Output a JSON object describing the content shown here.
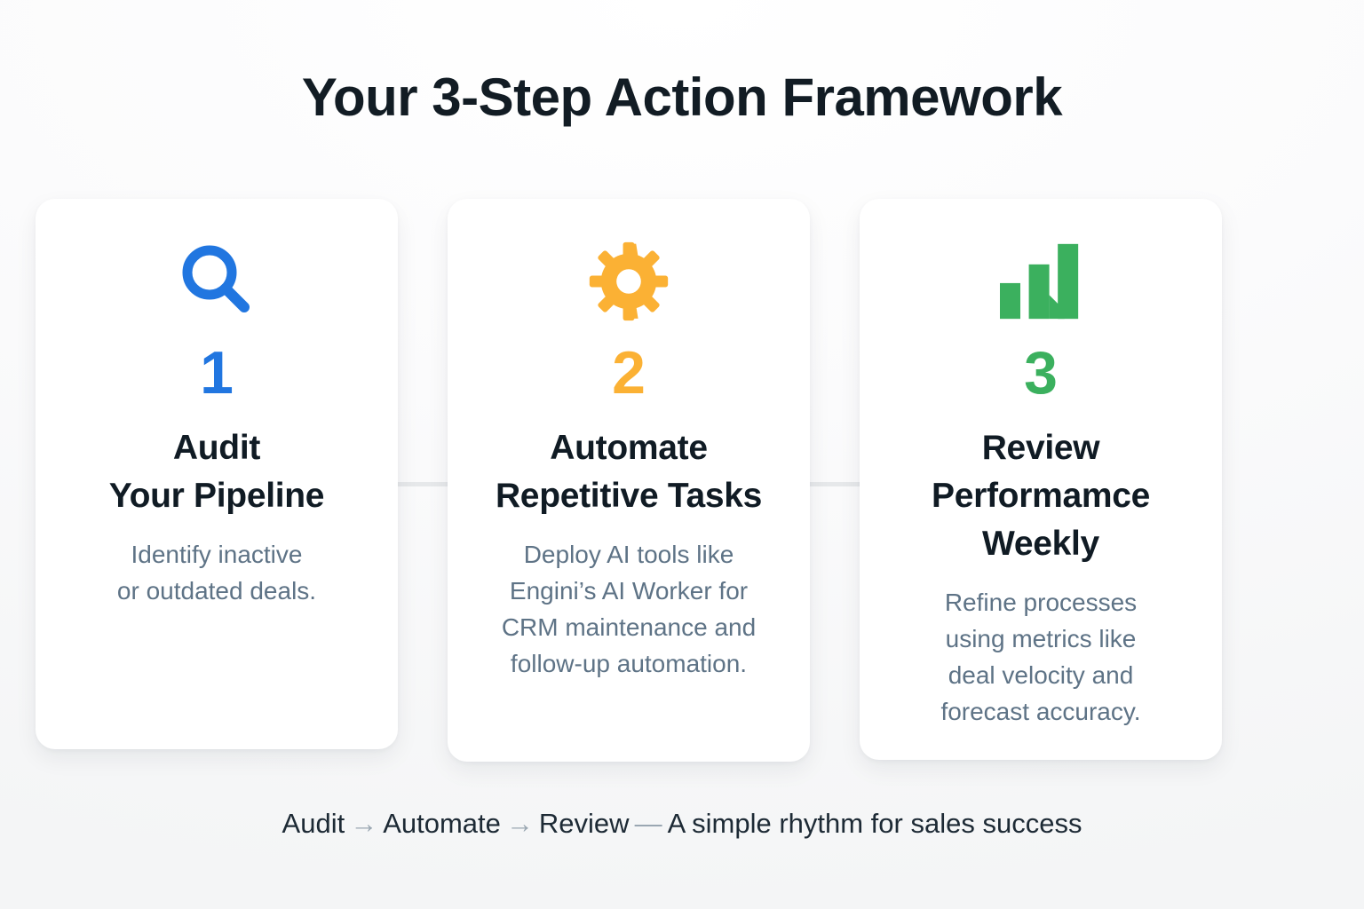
{
  "title": "Your 3-Step Action Framework",
  "colors": {
    "step1": "#2176e0",
    "step2": "#fbb134",
    "step3": "#3bb05e",
    "title_text": "#101b24",
    "body_text": "#5e7386",
    "connector": "#e6e8ea",
    "card_background": "#ffffff",
    "page_background": "#f4f5f6"
  },
  "cards": [
    {
      "icon": "magnifier-icon",
      "number": "1",
      "title": "Audit\nYour Pipeline",
      "description": "Identify inactive\nor outdated deals."
    },
    {
      "icon": "gear-icon",
      "number": "2",
      "title": "Automate\nRepetitive Tasks",
      "description": "Deploy AI tools like\nEngini’s AI Worker for\nCRM maintenance and\nfollow-up automation."
    },
    {
      "icon": "bar-chart-icon",
      "number": "3",
      "title": "Review\nPerformamce\nWeekly",
      "description": "Refine processes\nusing metrics like\ndeal velocity and\nforecast accuracy."
    }
  ],
  "footer": {
    "step_1": "Audit",
    "arrow_1": "→",
    "step_2": "Automate",
    "arrow_2": "→",
    "step_3": "Review",
    "dash": "—",
    "tagline": "A simple rhythm for sales success"
  }
}
